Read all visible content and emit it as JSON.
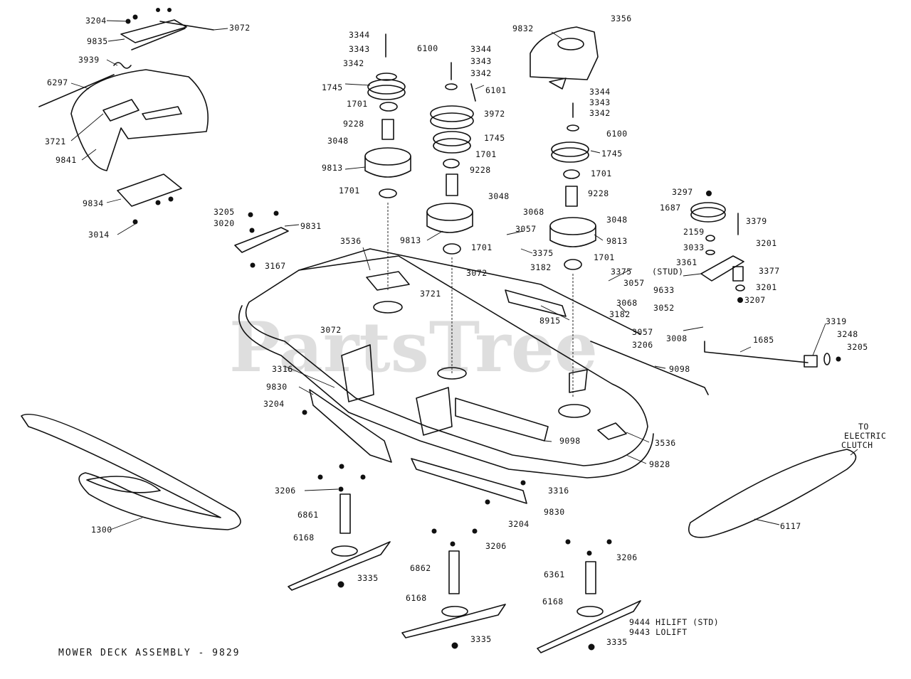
{
  "caption": "MOWER DECK ASSEMBLY - 9829",
  "watermark": "PartsTree",
  "belt_note": [
    "TO",
    "ELECTRIC",
    "CLUTCH"
  ],
  "labels": {
    "p3204_top": "3204",
    "p3072_top": "3072",
    "p9835": "9835",
    "p3939": "3939",
    "p6297": "6297",
    "p3721_top": "3721",
    "p9841": "9841",
    "p9834": "9834",
    "p3014": "3014",
    "p3344_a": "3344",
    "p3343_a": "3343",
    "p3342_a": "3342",
    "p6100_a": "6100",
    "p1745_a": "1745",
    "p1701_a": "1701",
    "p9228_a": "9228",
    "p3048_a": "3048",
    "p9813_a": "9813",
    "p1701_b": "1701",
    "p3344_b": "3344",
    "p3343_b": "3343",
    "p3342_b": "3342",
    "p6101": "6101",
    "p3972": "3972",
    "p1745_b": "1745",
    "p1701_c": "1701",
    "p9228_b": "9228",
    "p3048_b": "3048",
    "p9813_b": "9813",
    "p1701_d": "1701",
    "p9832": "9832",
    "p3356": "3356",
    "p3344_c": "3344",
    "p3343_c": "3343",
    "p3342_c": "3342",
    "p6100_b": "6100",
    "p1745_c": "1745",
    "p1701_e": "1701",
    "p9228_c": "9228",
    "p3048_c": "3048",
    "p9813_c": "9813",
    "p1701_f": "1701",
    "p3205_a": "3205",
    "p3020": "3020",
    "p9831": "9831",
    "p3167": "3167",
    "p3536_a": "3536",
    "p3721_b": "3721",
    "p3068_a": "3068",
    "p3057_a": "3057",
    "p3375_a": "3375",
    "p3072_b": "3072",
    "p3182_a": "3182",
    "p3375_b": "3375",
    "p3057_b": "3057",
    "p3068_b": "3068",
    "p3182_b": "3182",
    "p8915": "8915",
    "p3057_c": "3057",
    "p3206_a": "3206",
    "p9098_a": "9098",
    "p3297": "3297",
    "p1687": "1687",
    "p3379": "3379",
    "p2159": "2159",
    "p3201_a": "3201",
    "p3033": "3033",
    "p3361": "3361",
    "p3361_stud": "(STUD)",
    "p3377": "3377",
    "p9633": "9633",
    "p3201_b": "3201",
    "p3207": "3207",
    "p3052": "3052",
    "p3008": "3008",
    "p1685": "1685",
    "p3319": "3319",
    "p3248": "3248",
    "p3205_b": "3205",
    "p3072_c": "3072",
    "p3316_a": "3316",
    "p9830_a": "9830",
    "p3204_b": "3204",
    "p9098_b": "9098",
    "p3536_b": "3536",
    "p9828": "9828",
    "p3316_b": "3316",
    "p9830_b": "9830",
    "p3204_c": "3204",
    "p3206_b": "3206",
    "p6861_a": "6861",
    "p6168_a": "6168",
    "p3335_a": "3335",
    "p1300": "1300",
    "p3206_c": "3206",
    "p6862": "6862",
    "p6168_b": "6168",
    "p3335_b": "3335",
    "p3206_d": "3206",
    "p6361": "6361",
    "p6168_c": "6168",
    "p9444": "9444 HILIFT (STD)",
    "p9443": "9443 LOLIFT",
    "p3335_c": "3335",
    "p6117": "6117"
  }
}
